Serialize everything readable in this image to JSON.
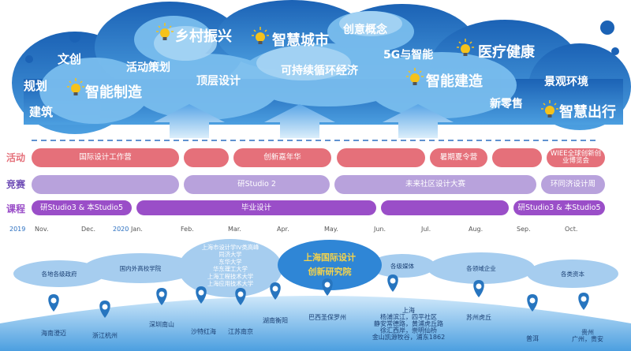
{
  "cloud_labels": {
    "jianzhu": "建筑",
    "guihua": "规划",
    "wenchuang": "文创",
    "zhineng_zhizao": "智能制造",
    "huodong_cehua": "活动策划",
    "xiangcun_zhenxing": "乡村振兴",
    "dingceng_sheji": "顶层设计",
    "zhihui_chengshi": "智慧城市",
    "chuangyi_gainian": "创意概念",
    "kechixu": "可持续循环经济",
    "g5_zhineng": "5G与智能",
    "yiliao_jiankang": "医疗健康",
    "zhineng_jianzao": "智能建造",
    "jingguan_huanjing": "景观环境",
    "xin_lingshou": "新零售",
    "zhihui_chuxing": "智慧出行"
  },
  "timeline": {
    "row_labels": {
      "activity": "活动",
      "competition": "竞赛",
      "course": "课程"
    },
    "activities": {
      "a1": "国际设计工作营",
      "a2": "",
      "a3": "创新嘉年华",
      "a4": "",
      "a5": "暑期夏令营",
      "a6": "",
      "a7": "WIEE全球创新创业博览会"
    },
    "competitions": {
      "c1": "",
      "c2": "研Studio 2",
      "c3": "未来社区设计大赛",
      "c4": "环同济设计周"
    },
    "courses": {
      "k1": "研Studio3 & 本Studio5",
      "k2": "毕业设计",
      "k3": "",
      "k4": "研Studio3 & 本Studio5"
    },
    "years": {
      "y2019": "2019",
      "y2020": "2020"
    },
    "months": [
      "Nov.",
      "Dec.",
      "Jan.",
      "Feb.",
      "Mar.",
      "Apr.",
      "May.",
      "Jun.",
      "Jul.",
      "Aug.",
      "Sep.",
      "Oct."
    ]
  },
  "partners": {
    "gov": "各地各级政府",
    "schools": "国内外高校学院",
    "universities": "上海市设计学IV类高峰\n同济大学\n东华大学\n华东理工大学\n上海工程技术大学\n上海应用技术大学",
    "center_line1": "上海国际设计",
    "center_line2": "创新研究院",
    "media": "各级媒体",
    "enterprise": "各领域企业",
    "capital": "各类资本"
  },
  "locations": {
    "l1": "海南澄迈",
    "l2": "浙江杭州",
    "l3": "深圳南山",
    "l4": "沙特红海",
    "l5": "江苏南京",
    "l6": "湖南衡阳",
    "l7": "巴西圣保罗州",
    "l8": "上海\n杨浦滨江，四平社区\n静安常德路，黄浦虎丘路\n徐汇西岸，崇明仙桥\n金山凯源牧谷，浦东1862",
    "l9": "苏州虎丘",
    "l10": "普洱",
    "l11": "贵州\n广州，贵安"
  },
  "colors": {
    "cloud_dark": "#1b62b5",
    "cloud_light": "#6db6ea",
    "activity": "#e5707a",
    "competition": "#b8a2dc",
    "course": "#9a4ec8",
    "pin": "#2775bf"
  }
}
